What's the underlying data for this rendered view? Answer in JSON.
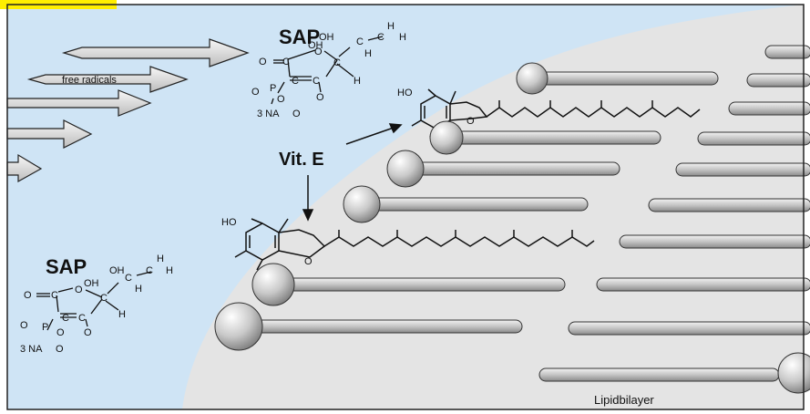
{
  "colors": {
    "outside": "#cfe4f5",
    "membrane": "#e4e4e4",
    "highlight": "#ffee00",
    "frame": "#222222"
  },
  "labels": {
    "free_radicals": "free radicals",
    "vit_e": "Vit. E",
    "sap": "SAP",
    "lipid_bilayer": "Lipidbilayer"
  },
  "chem": {
    "oh": "OH",
    "c": "C",
    "h": "H",
    "o": "O",
    "o_minus": "O",
    "p": "P",
    "ho": "HO",
    "salt": "3 NA",
    "salt_tail": "O"
  }
}
